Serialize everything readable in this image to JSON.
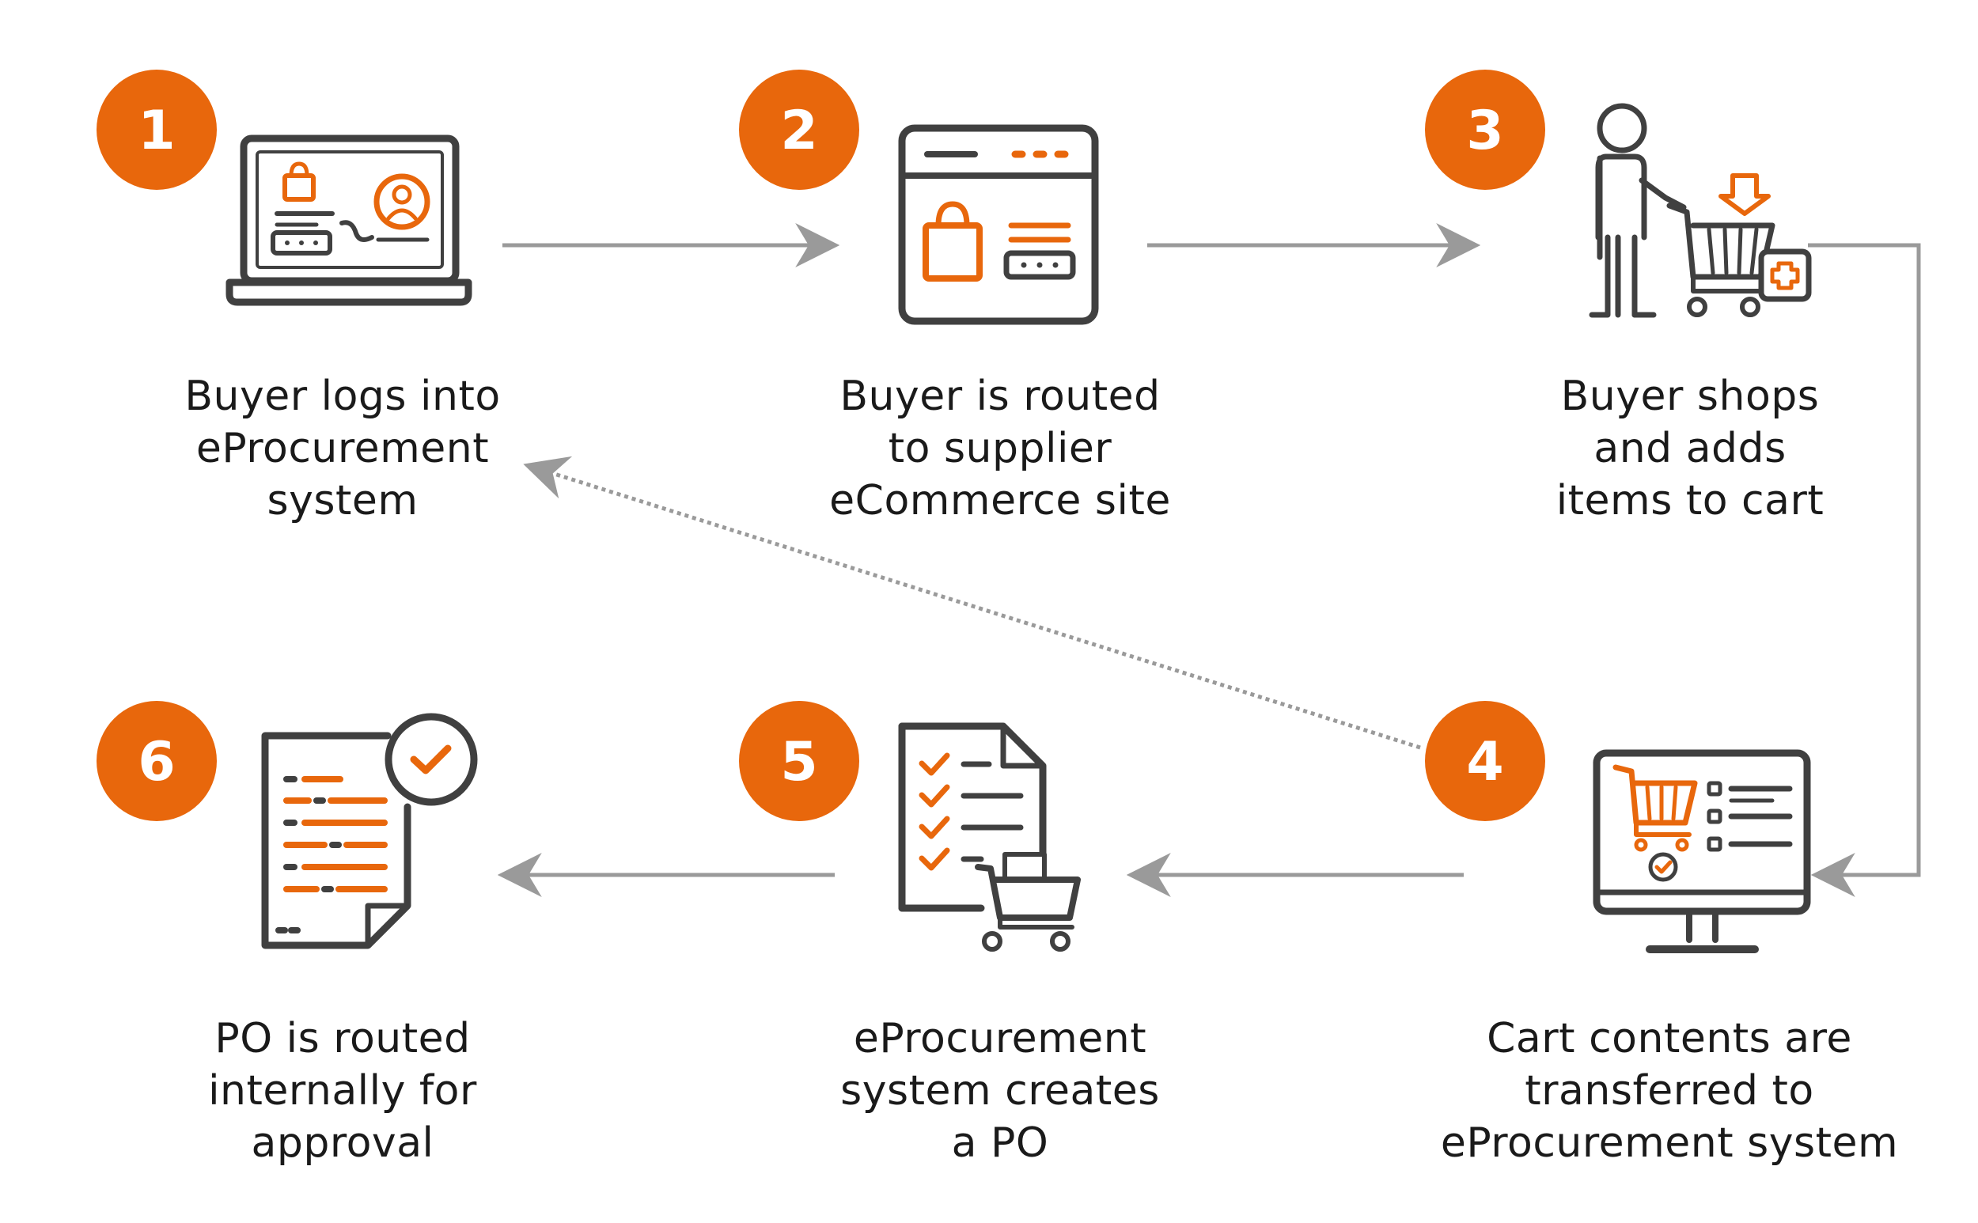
{
  "colors": {
    "accent": "#E8670C",
    "icon_stroke": "#404040",
    "arrow": "#9A9A9A",
    "text": "#1a1a1a"
  },
  "steps": [
    {
      "number": "1",
      "icon": "laptop-login-icon",
      "lines": [
        "Buyer logs into",
        "eProcurement",
        "system"
      ]
    },
    {
      "number": "2",
      "icon": "browser-shop-icon",
      "lines": [
        "Buyer is routed",
        "to supplier",
        "eCommerce site"
      ]
    },
    {
      "number": "3",
      "icon": "shopper-cart-icon",
      "lines": [
        "Buyer shops",
        "and adds",
        "items to cart"
      ]
    },
    {
      "number": "4",
      "icon": "monitor-cart-icon",
      "lines": [
        "Cart contents are",
        "transferred to",
        "eProcurement system"
      ]
    },
    {
      "number": "5",
      "icon": "checklist-cart-icon",
      "lines": [
        "eProcurement",
        "system creates",
        "a PO"
      ]
    },
    {
      "number": "6",
      "icon": "document-approval-icon",
      "lines": [
        "PO is routed",
        "internally for",
        "approval"
      ]
    }
  ]
}
